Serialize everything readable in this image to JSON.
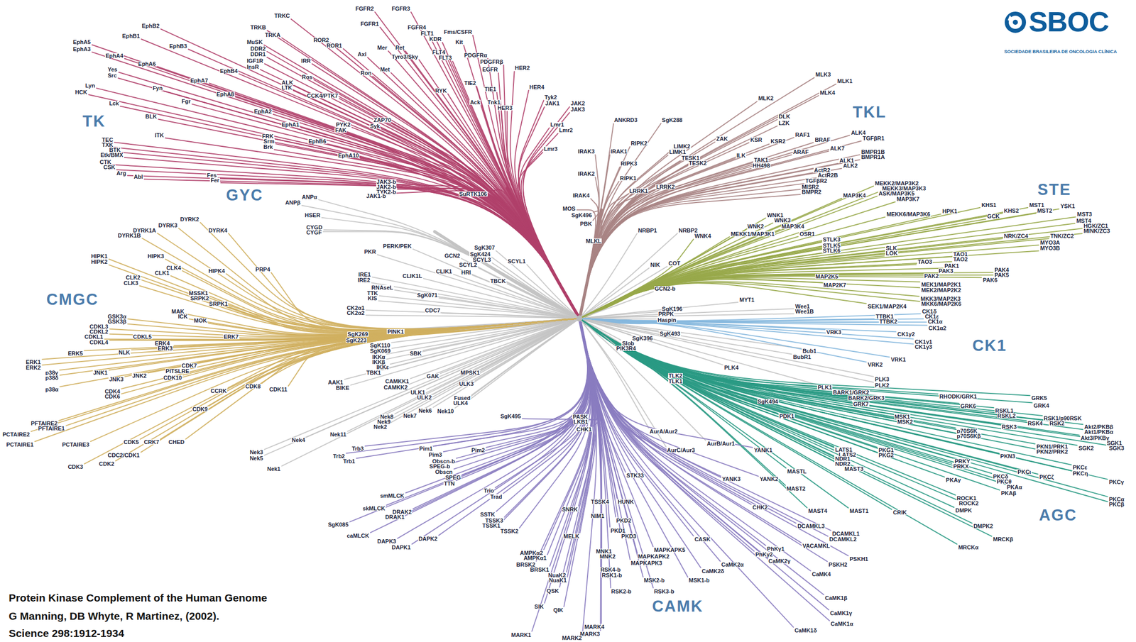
{
  "diagram": {
    "labels": [
      "FGFR2",
      "FGFR3",
      "TRKC",
      "FGFR1",
      "FGFR4",
      "Fms/CSFR",
      "FLT1",
      "KDR",
      "Kit",
      "EphB2",
      "TRKB",
      "TRKA",
      "EphA5",
      "EphB1",
      "EphB3",
      "EphA3",
      "EphA4",
      "EphA6",
      "Yes",
      "Src",
      "MuSK",
      "ROR2",
      "ROR1",
      "DDR2",
      "DDR1",
      "IGF1R",
      "InsR",
      "IRR",
      "Axl",
      "Mer",
      "Ret",
      "Tyro3/Sky",
      "FLT4",
      "FLT3",
      "PDGFRα",
      "PDGFRβ",
      "Met",
      "Ron",
      "EGFR",
      "HER2",
      "Lyn",
      "HCK",
      "EphB4",
      "EphA7",
      "Ros",
      "ALK",
      "LTK",
      "Fyn",
      "Fgr",
      "EphA8",
      "CCK4/PTK7",
      "RYK",
      "TIE2",
      "TIE1",
      "HER4",
      "Lck",
      "EphA2",
      "Ack",
      "Tnk1",
      "HER3",
      "Tyk2",
      "JAK1",
      "JAK2",
      "JAK3",
      "BLK",
      "EphA1",
      "PYK2",
      "FAK",
      "ZAP70",
      "Syk",
      "Lmr1",
      "Lmr2",
      "ITK",
      "TEC",
      "TXK",
      "BTK",
      "Etk/BMX",
      "FRK",
      "Srm",
      "Brk",
      "EphB6",
      "CTK",
      "CSK",
      "Arg",
      "Abl",
      "EphA10",
      "Lmr3",
      "Fes",
      "Fer",
      "JAK3-b",
      "JAK2-b",
      "TYK2-b",
      "JAK1-b",
      "SuRTK106",
      "TK",
      "ANPα",
      "ANPβ",
      "HSER",
      "CYGD",
      "CYGF",
      "GYC",
      "MLK3",
      "MLK1",
      "MLK4",
      "MLK2",
      "ANKRD3",
      "SgK288",
      "DLK",
      "LZK",
      "RAF1",
      "BRAF",
      "ALK4",
      "TGFβR1",
      "ZAK",
      "KSR",
      "KSR2",
      "RIPK2",
      "LIMK2",
      "LIMK1",
      "ARAF",
      "ALK7",
      "BMPR1B",
      "BMPR1A",
      "IRAK3",
      "IRAK1",
      "TESK1",
      "TESK2",
      "ILK",
      "TAK1",
      "HH498",
      "ALK1",
      "ALK2",
      "RIPK3",
      "ActR2",
      "ActR2B",
      "IRAK2",
      "RIPK1",
      "TGFβR2",
      "LRRK2",
      "LRRK1",
      "MISR2",
      "BMPR2",
      "IRAK4",
      "MOS",
      "SgK496",
      "PBK",
      "MLKL",
      "TKL",
      "MEKK2/MAP3K2",
      "MEKK3/MAP3K3",
      "ASK/MAP3K5",
      "MAP3K4",
      "MAP3K7",
      "MST1",
      "YSK1",
      "KHS1",
      "KHS2",
      "MST2",
      "MST3",
      "HPK1",
      "MEKK6/MAP3K6",
      "GCK",
      "MST4",
      "HGK/ZC1",
      "MINK/ZC3",
      "WNK1",
      "WNK3",
      "WNK2",
      "MAP3K4",
      "NRBP1",
      "NRBP2",
      "WNK4",
      "MEKK1/MAP3K1",
      "OSR1",
      "NRK/ZC4",
      "TNK/ZC2",
      "MYO3A",
      "MYO3B",
      "STLK3",
      "STLK5",
      "STLK6",
      "SLK",
      "LOK",
      "TAO1",
      "TAO2",
      "NIK",
      "COT",
      "TAO3",
      "PAK1",
      "PAK3",
      "PAK2",
      "PAK4",
      "PAK5",
      "PAK6",
      "MAP2K5",
      "MAP2K7",
      "MEK1/MAP2K1",
      "MEK2/MAP2K2",
      "MKK3/MAP2K3",
      "MKK6/MAP2K6",
      "SEK1/MAP2K4",
      "GCN2-b",
      "STE",
      "MYT1",
      "Wee1",
      "Wee1B",
      "TTBK1",
      "TTBK2",
      "CK1δ",
      "CK1ε",
      "CK1α",
      "CK1α2",
      "VRK3",
      "CK1γ2",
      "CK1γ1",
      "CK1γ3",
      "VRK1",
      "VRK2",
      "Bub1",
      "BubR1",
      "PLK4",
      "CK1",
      "PLK3",
      "PLK2",
      "PLK1",
      "TLK2",
      "TLK1",
      "BARK1/GRK2",
      "BARK2/GRK3",
      "GRK7",
      "RHODK/GRK1",
      "GRK5",
      "GRK4",
      "GRK6",
      "RSKL1",
      "RSKL2",
      "RSK1/p90RSK",
      "RSK4",
      "RSK2",
      "Akt2/PKBβ",
      "Akt1/PKBα",
      "Akt3/PKBγ",
      "SgK494",
      "PDK1",
      "MSK1",
      "MSK2",
      "RSK3",
      "p70S6K",
      "p70S6Kβ",
      "SGK1",
      "SGK2",
      "SGK3",
      "PKN1/PRK1",
      "PKN2/PRK2",
      "PKN3",
      "LATS1",
      "LATS2",
      "NDR1",
      "NDR2",
      "PKG1",
      "PKG2",
      "MAST3",
      "MASTL",
      "MAST2",
      "PRKY",
      "PRKX",
      "PKCε",
      "PKCη",
      "PKCδ",
      "PKCθ",
      "PKCι",
      "PKCζ",
      "PKCγ",
      "PKAγ",
      "PKAα",
      "PKAβ",
      "PKCα",
      "PKCβ",
      "ROCK1",
      "ROCK2",
      "DMPK",
      "MAST4",
      "MAST1",
      "CRIK",
      "DMPK2",
      "MRCKβ",
      "MRCKα",
      "AGC",
      "AurA/Aur2",
      "AurB/Aur1",
      "AurC/Aur3",
      "YANK1",
      "YANK3",
      "YANK2",
      "STK33",
      "HUNK",
      "TSSK4",
      "SNRK",
      "NIM1",
      "CHK2",
      "PKD2",
      "PKD1",
      "PKD3",
      "MELK",
      "CASK",
      "DCAMKL3",
      "DCAMKL1",
      "DCAMKL2",
      "VACAMKL",
      "MNK1",
      "MNK2",
      "MAPKAPK5",
      "MAPKAPK2",
      "MAPKAPK3",
      "PhKγ1",
      "PhKγ2",
      "CaMK2γ",
      "CaMK2α",
      "CaMK2δ",
      "PSKH1",
      "PSKH2",
      "CaMK4",
      "AMPKα2",
      "AMPKα1",
      "BRSK2",
      "BRSK1",
      "RSK4-b",
      "RSK1-b",
      "MSK2-b",
      "MSK1-b",
      "NuaK2",
      "NuaK1",
      "RSK2-b",
      "RSK3-b",
      "QSK",
      "CaMK1β",
      "SIK",
      "QIK",
      "CaMK1γ",
      "CaMK1α",
      "CaMK1δ",
      "MARK4",
      "MARK1",
      "MARK3",
      "MARK2",
      "PASK",
      "LKB1",
      "CHK1",
      "SgK495",
      "Trb3",
      "Trb2",
      "Trb1",
      "Pim1",
      "Pim3",
      "Pim2",
      "Obscn-b",
      "SPEG-b",
      "Obscn",
      "SPEG",
      "TTN",
      "smMLCK",
      "Trio",
      "Trad",
      "skMLCK",
      "DRAK2",
      "DRAK1",
      "SSTK",
      "TSSK3",
      "TSSK1",
      "TSSK2",
      "SgK085",
      "caMLCK",
      "DAPK3",
      "DAPK2",
      "DAPK1",
      "CAMK",
      "PERK/PEK",
      "GCN2",
      "SgK307",
      "SgK424",
      "SCYL3",
      "SCYL1",
      "SCYL2",
      "PKR",
      "IRE1",
      "IRE2",
      "CLIK1",
      "CLIK1L",
      "HRI",
      "TBCK",
      "RNAseL",
      "TTK",
      "KIS",
      "SgK071",
      "CK2α1",
      "CK2α2",
      "CDC7",
      "PINK1",
      "SgK269",
      "SgK223",
      "SgK110",
      "SgK069",
      "SBK",
      "IKKα",
      "IKKβ",
      "IKKε",
      "TBK1",
      "GAK",
      "MPSK1",
      "AAK1",
      "BIKE",
      "CAMKK1",
      "CAMKK2",
      "ULK3",
      "ULK1",
      "ULK2",
      "Fused",
      "ULK4",
      "Nek8",
      "Nek9",
      "Nek7",
      "Nek6",
      "Nek10",
      "Nek2",
      "Nek11",
      "Nek4",
      "Nek3",
      "Nek5",
      "Nek1",
      "SgK196",
      "PRPK",
      "Haspin",
      "SgK493",
      "SgK396",
      "Slob",
      "PIK3R4",
      "DYRK2",
      "DYRK3",
      "DYRK1A",
      "DYRK4",
      "DYRK1B",
      "HIPK1",
      "HIPK3",
      "HIPK2",
      "CLK4",
      "CLK1",
      "HIPK4",
      "PRP4",
      "CLK2",
      "CLK3",
      "MSSK1",
      "SRPK2",
      "SRPK1",
      "MAK",
      "ICK",
      "MOK",
      "GSK3α",
      "GSK3β",
      "CDKL3",
      "CDKL2",
      "CDKL1",
      "CDKL5",
      "ERK7",
      "CDKL4",
      "ERK4",
      "ERK3",
      "ERK5",
      "NLK",
      "ERK1",
      "ERK2",
      "p38γ",
      "p38δ",
      "JNK1",
      "JNK3",
      "JNK2",
      "CDK7",
      "PITSLRE",
      "CDK10",
      "p38α",
      "CDK4",
      "CDK6",
      "CCRK",
      "CDK8",
      "CDK11",
      "CDK9",
      "PFTAIRE2",
      "PFTAIRE1",
      "PCTAIRE2",
      "PCTAIRE1",
      "PCTAIRE3",
      "CDK5",
      "CRK7",
      "CHED",
      "CDC2/CDK1",
      "CDK3",
      "CDK2",
      "CMGC",
      "Protein Kinase Complement of the Human Genome",
      "G Manning, DB Whyte, R Martinez, (2002).",
      "Science 298:1912-1934",
      "SBOC",
      "SOCIEDADE BRASILEIRA DE ONCOLOGIA CLÍNICA"
    ]
  }
}
